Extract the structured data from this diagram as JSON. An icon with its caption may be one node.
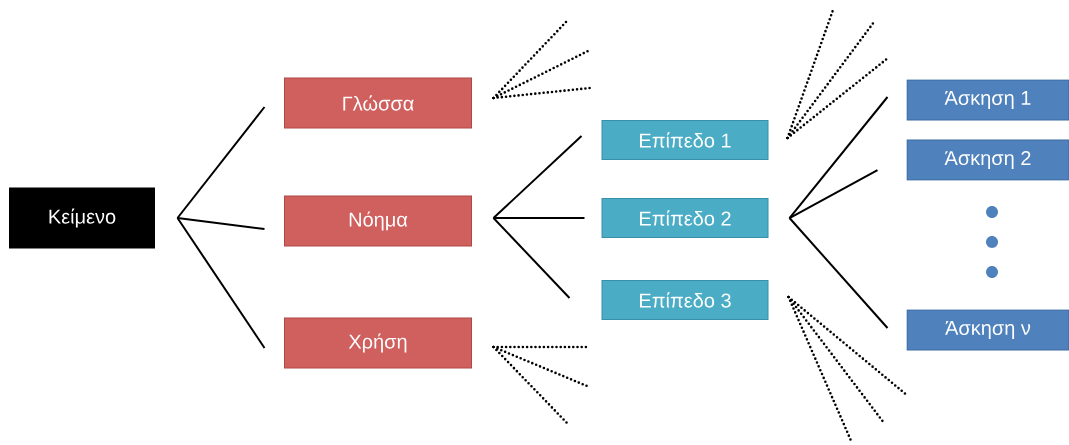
{
  "diagram": {
    "nodes": [
      {
        "text": [
          "Κείμενο"
        ]
      },
      {
        "text": [
          "Γλώσσα"
        ]
      },
      {
        "text": [
          "Νόημα"
        ]
      },
      {
        "text": [
          "Χρήση"
        ]
      },
      {
        "text": [
          "Επίπεδο 1"
        ]
      },
      {
        "text": [
          "Επίπεδο 2"
        ]
      },
      {
        "text": [
          "Επίπεδο 3"
        ]
      },
      {
        "text": [
          "Άσκηση 1"
        ]
      },
      {
        "text": [
          "Άσκηση 2"
        ]
      },
      {
        "text": [
          "Άσκηση ν"
        ]
      }
    ],
    "edges": [
      {
        "from": 0,
        "to": 1,
        "arrow": "none"
      },
      {
        "from": 0,
        "to": 2,
        "arrow": "none"
      },
      {
        "from": 0,
        "to": 3,
        "arrow": "none"
      },
      {
        "from": 2,
        "to": 4,
        "arrow": "none"
      },
      {
        "from": 2,
        "to": 5,
        "arrow": "none"
      },
      {
        "from": 2,
        "to": 6,
        "arrow": "none"
      },
      {
        "from": 5,
        "to": 7,
        "arrow": "none"
      },
      {
        "from": 5,
        "to": 8,
        "arrow": "none"
      },
      {
        "from": 5,
        "to": 9,
        "arrow": "none"
      },
      {
        "from": 1,
        "to": null,
        "arrow": "none",
        "style": "dashed"
      },
      {
        "from": 1,
        "to": null,
        "arrow": "none",
        "style": "dashed"
      },
      {
        "from": 1,
        "to": null,
        "arrow": "none",
        "style": "dashed"
      },
      {
        "from": 3,
        "to": null,
        "arrow": "none",
        "style": "dashed"
      },
      {
        "from": 3,
        "to": null,
        "arrow": "none",
        "style": "dashed"
      },
      {
        "from": 3,
        "to": null,
        "arrow": "none",
        "style": "dashed"
      },
      {
        "from": 4,
        "to": null,
        "arrow": "none",
        "style": "dashed"
      },
      {
        "from": 4,
        "to": null,
        "arrow": "none",
        "style": "dashed"
      },
      {
        "from": 4,
        "to": null,
        "arrow": "none",
        "style": "dashed"
      },
      {
        "from": 6,
        "to": null,
        "arrow": "none",
        "style": "dashed"
      },
      {
        "from": 6,
        "to": null,
        "arrow": "none",
        "style": "dashed"
      },
      {
        "from": 6,
        "to": null,
        "arrow": "none",
        "style": "dashed"
      }
    ]
  }
}
